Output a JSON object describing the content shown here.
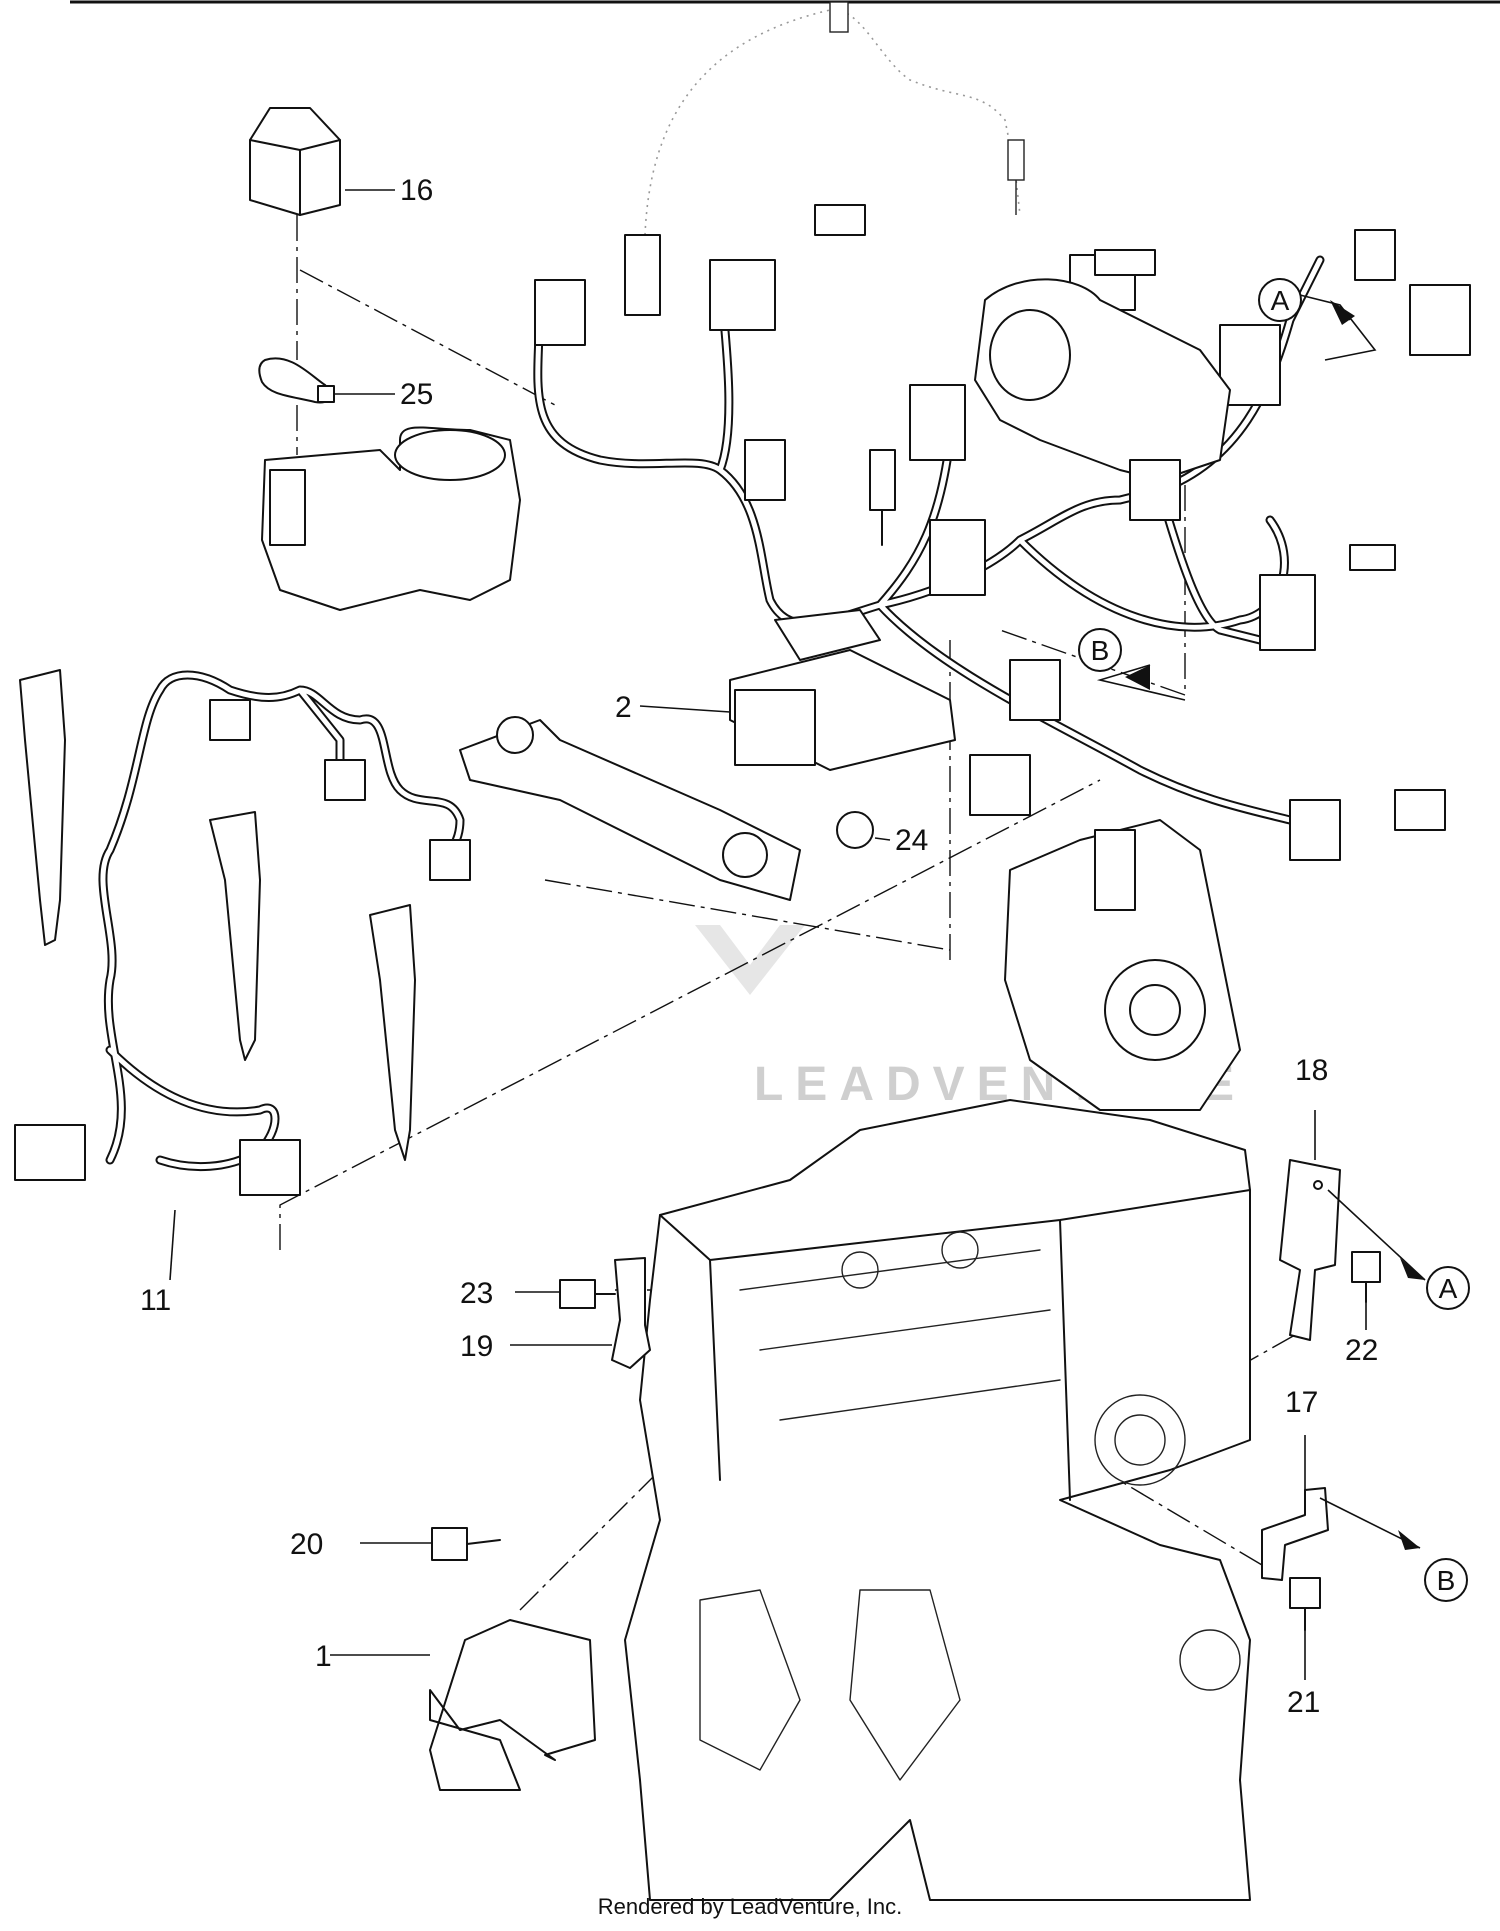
{
  "watermark": "LEADVENTURE",
  "footer_text": "Rendered by LeadVenture, Inc.",
  "callouts": [
    {
      "id": "16",
      "label": "16"
    },
    {
      "id": "25",
      "label": "25"
    },
    {
      "id": "2",
      "label": "2"
    },
    {
      "id": "24",
      "label": "24"
    },
    {
      "id": "11",
      "label": "11"
    },
    {
      "id": "18",
      "label": "18"
    },
    {
      "id": "23",
      "label": "23"
    },
    {
      "id": "19",
      "label": "19"
    },
    {
      "id": "22",
      "label": "22"
    },
    {
      "id": "17",
      "label": "17"
    },
    {
      "id": "20",
      "label": "20"
    },
    {
      "id": "1",
      "label": "1"
    },
    {
      "id": "21",
      "label": "21"
    }
  ],
  "references": [
    {
      "id": "A-top",
      "label": "A"
    },
    {
      "id": "B-top",
      "label": "B"
    },
    {
      "id": "A-bracket",
      "label": "A"
    },
    {
      "id": "B-bracket",
      "label": "B"
    }
  ]
}
